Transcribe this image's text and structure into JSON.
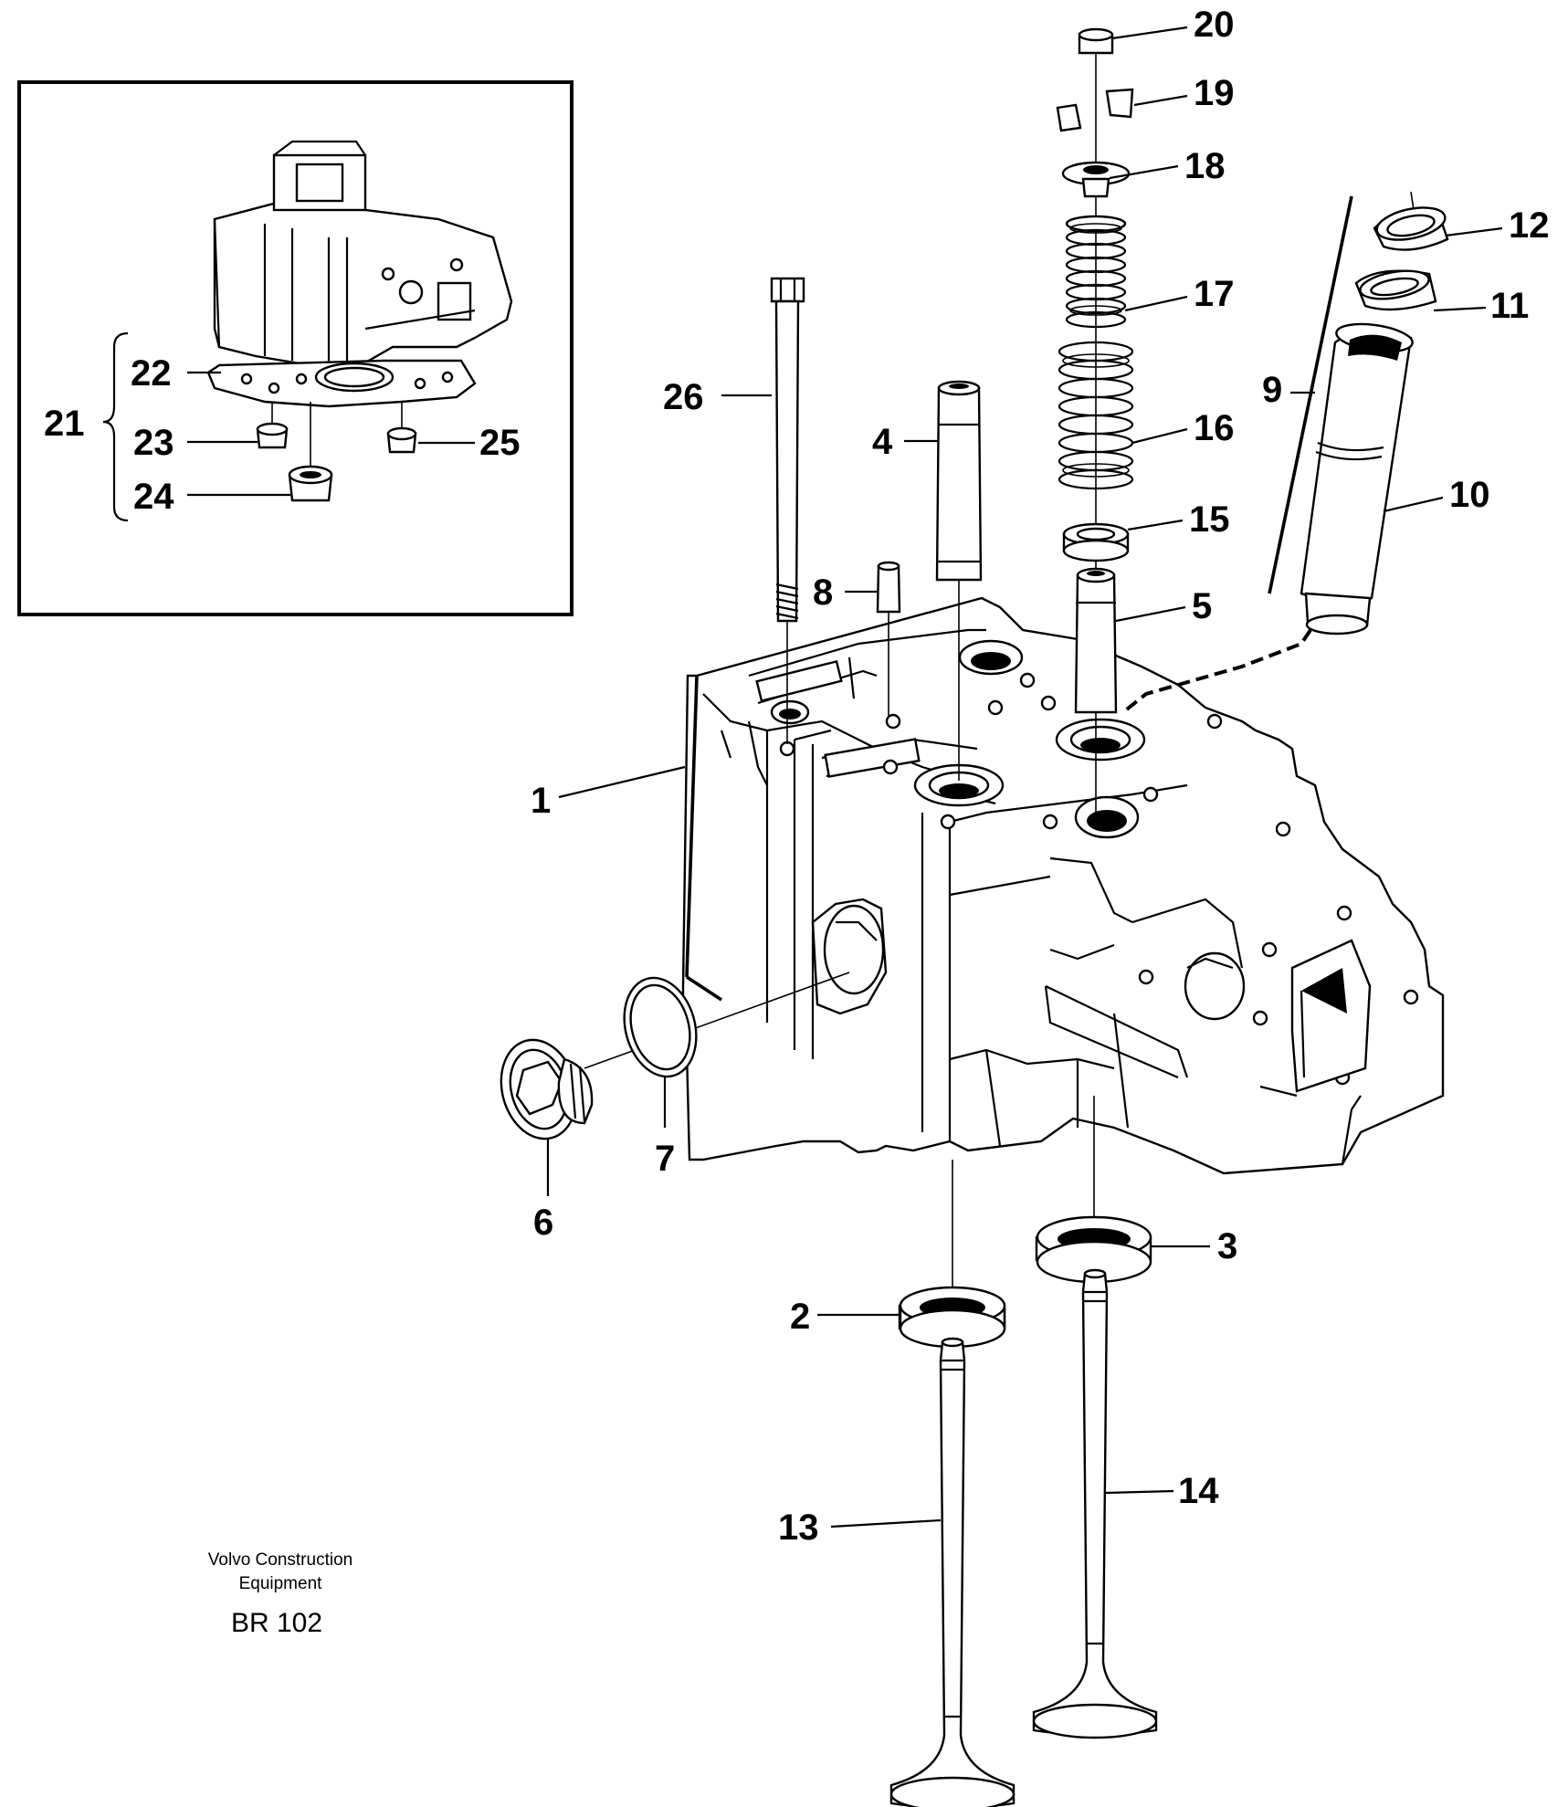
{
  "callouts": {
    "c1": "1",
    "c2": "2",
    "c3": "3",
    "c4": "4",
    "c5": "5",
    "c6": "6",
    "c7": "7",
    "c8": "8",
    "c9": "9",
    "c10": "10",
    "c11": "11",
    "c12": "12",
    "c13": "13",
    "c14": "14",
    "c15": "15",
    "c16": "16",
    "c17": "17",
    "c18": "18",
    "c19": "19",
    "c20": "20",
    "c21": "21",
    "c22": "22",
    "c23": "23",
    "c24": "24",
    "c25": "25",
    "c26": "26"
  },
  "footer": {
    "brand_line1": "Volvo Construction",
    "brand_line2": "Equipment",
    "code": "BR 102"
  }
}
